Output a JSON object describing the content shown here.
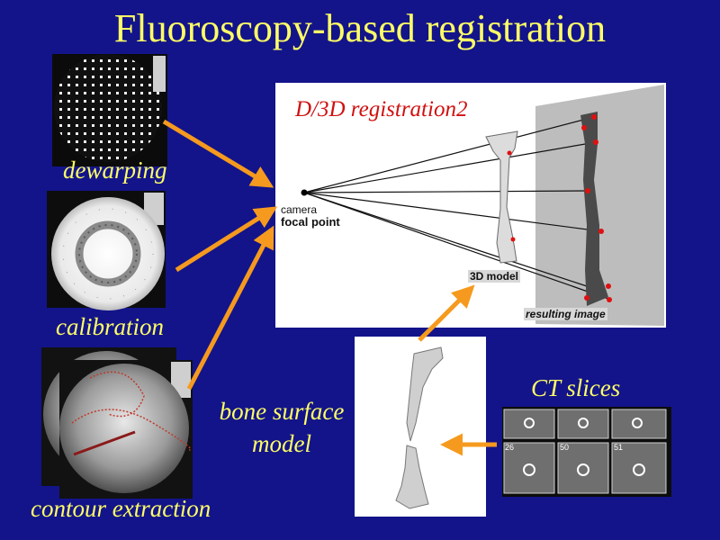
{
  "slide": {
    "title": "Fluoroscopy-based registration",
    "labels": {
      "dewarping": "dewarping",
      "calibration": "calibration",
      "contour_extraction": "contour extraction",
      "bone_surface_model": [
        "bone surface",
        "model"
      ],
      "ct_slices": "CT slices"
    },
    "registration_panel": {
      "title": "D/3D registration2",
      "camera_label": [
        "camera",
        "focal point"
      ],
      "model_label": "3D model",
      "result_label": "resulting image"
    },
    "ct_panel": {
      "slice_numbers": [
        "26",
        "50",
        "51"
      ]
    }
  },
  "colors": {
    "background": "#13148a",
    "title_text": "#ffff66",
    "arrow": "#f59a1e",
    "panel_title": "#d01010"
  }
}
